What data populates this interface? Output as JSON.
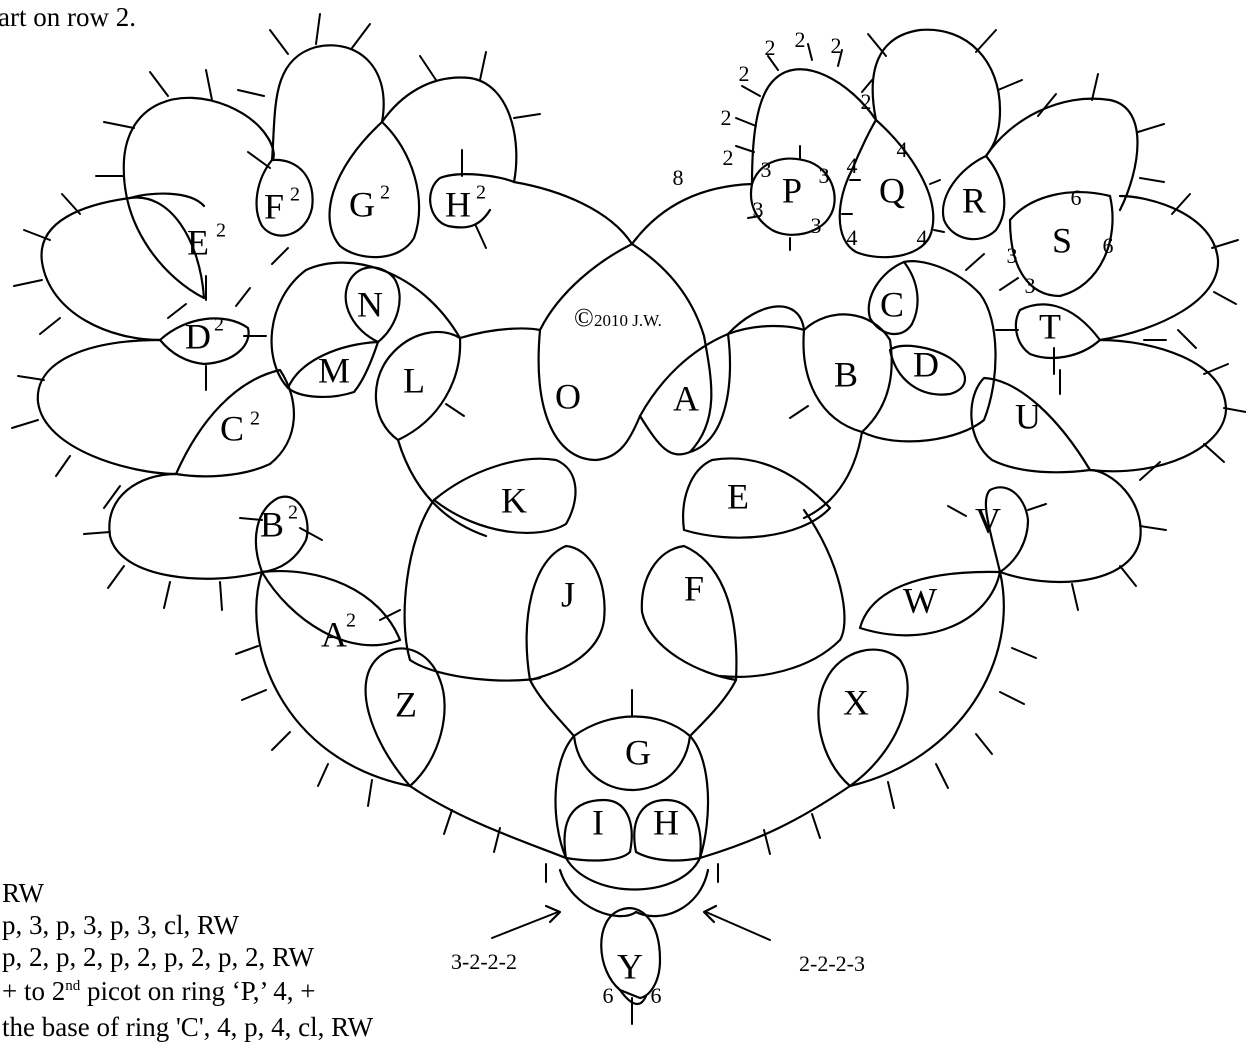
{
  "top_text": "art on row 2.",
  "copyright": {
    "symbol": "©",
    "text": "2010 J.W."
  },
  "ring_labels": {
    "A": "A",
    "B": "B",
    "C": "C",
    "D": "D",
    "E": "E",
    "F": "F",
    "G": "G",
    "H": "H",
    "I": "I",
    "J": "J",
    "K": "K",
    "L": "L",
    "M": "M",
    "N": "N",
    "O": "O",
    "P": "P",
    "Q": "Q",
    "R": "R",
    "S": "S",
    "T": "T",
    "U": "U",
    "V": "V",
    "W": "W",
    "X": "X",
    "Y": "Y",
    "Z": "Z",
    "A2": "A",
    "B2": "B",
    "C2": "C",
    "D2": "D",
    "E2": "E",
    "F2": "F",
    "G2": "G",
    "H2": "H"
  },
  "superscript": "2",
  "chain_left": "8",
  "p_ring_counts": [
    "3",
    "3",
    "3",
    "3"
  ],
  "q_ring_counts": [
    "4",
    "4",
    "4",
    "4"
  ],
  "s_ring_counts": [
    "6",
    "6",
    "3",
    "3"
  ],
  "upper_chain_counts": [
    "2",
    "2",
    "2",
    "2",
    "2",
    "2",
    "2"
  ],
  "y_ring_counts": [
    "6",
    "6"
  ],
  "annotation_left": "3-2-2-2",
  "annotation_right": "2-2-2-3",
  "instructions": {
    "line1": "RW",
    "line2": "p, 3, p, 3, p, 3, cl, RW",
    "line3": "p, 2, p, 2, p, 2, p, 2, p, 2, RW",
    "line4_a": "+ to 2",
    "line4_sup": "nd",
    "line4_b": " picot on ring ‘P,’ 4, +",
    "line5": "the base of ring 'C', 4, p, 4, cl, RW"
  }
}
